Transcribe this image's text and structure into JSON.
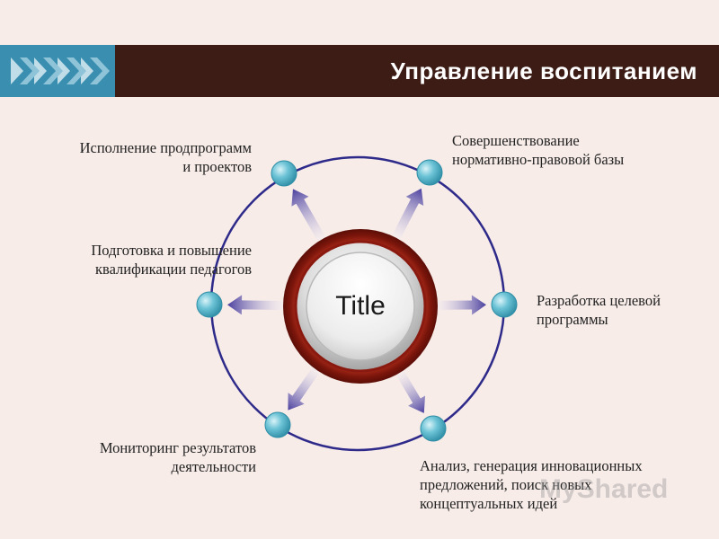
{
  "header": {
    "title": "Управление воспитанием"
  },
  "center": {
    "title": "Title"
  },
  "nodes": [
    {
      "label": "Исполнение продпрограмм\nи проектов"
    },
    {
      "label": "Совершенствование\nнормативно-правовой базы"
    },
    {
      "label": "Подготовка и повышение\nквалификации педагогов"
    },
    {
      "label": "Разработка целевой\nпрограммы"
    },
    {
      "label": "Мониторинг  результатов\nдеятельности"
    },
    {
      "label": "Анализ, генерация инновационных\nпредложений, поиск новых\nконцептуальных идей"
    }
  ],
  "watermark": "MyShared",
  "colors": {
    "header_bar": "#3d1c16",
    "header_accent": "#3a8fb0",
    "ring": "#2e2a8a",
    "node": "#4fb0c6",
    "arrow": "#4a3f9e",
    "center_ring": "#8b1a10"
  }
}
